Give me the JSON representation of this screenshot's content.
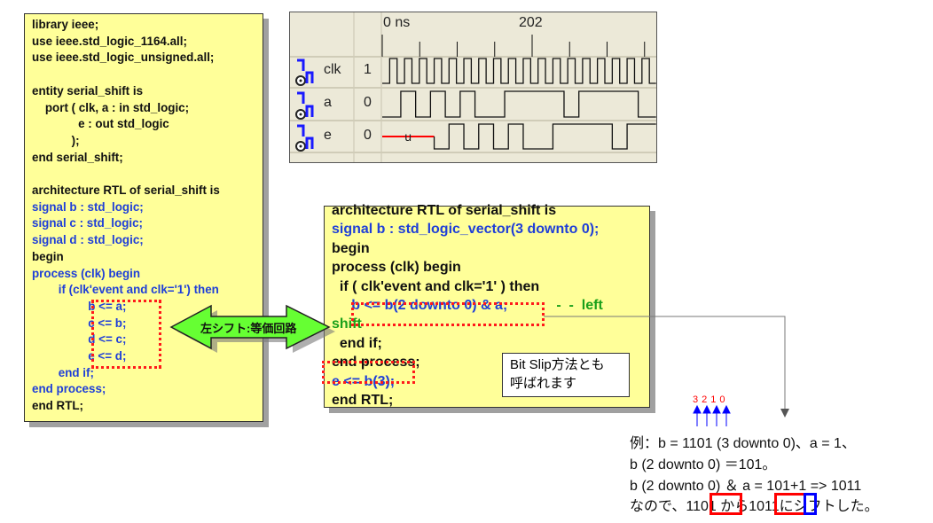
{
  "left_code": [
    {
      "text": "library ieee;",
      "color": "k"
    },
    {
      "text": "use ieee.std_logic_1164.all;",
      "color": "k"
    },
    {
      "text": "use ieee.std_logic_unsigned.all;",
      "color": "k"
    },
    {
      "text": "",
      "color": "k"
    },
    {
      "text": "entity serial_shift is",
      "color": "k"
    },
    {
      "text": "    port ( clk, a : in std_logic;",
      "color": "k"
    },
    {
      "text": "              e : out std_logic",
      "color": "k"
    },
    {
      "text": "            );",
      "color": "k"
    },
    {
      "text": "end serial_shift;",
      "color": "k"
    },
    {
      "text": "",
      "color": "k"
    },
    {
      "text": "architecture RTL of serial_shift is",
      "color": "k"
    },
    {
      "text": "signal b : std_logic;",
      "color": "b"
    },
    {
      "text": "signal c : std_logic;",
      "color": "b"
    },
    {
      "text": "signal d : std_logic;",
      "color": "b"
    },
    {
      "text": "begin",
      "color": "k"
    },
    {
      "text": "process (clk) begin",
      "color": "b"
    },
    {
      "text": "        if (clk'event and clk='1') then",
      "color": "b"
    },
    {
      "text": "                 b <= a;",
      "color": "b"
    },
    {
      "text": "                 c <= b;",
      "color": "b"
    },
    {
      "text": "                 d <= c;",
      "color": "b"
    },
    {
      "text": "                 e <= d;",
      "color": "b"
    },
    {
      "text": "        end if;",
      "color": "b"
    },
    {
      "text": "end process;",
      "color": "b"
    },
    {
      "text": "end RTL;",
      "color": "k"
    }
  ],
  "right_code": [
    {
      "text": "architecture RTL of serial_shift is",
      "color": "k"
    },
    {
      "text": "signal b : std_logic_vector(3 downto 0);",
      "color": "b"
    },
    {
      "text": "begin",
      "color": "k"
    },
    {
      "text": "process (clk) begin",
      "color": "k"
    },
    {
      "text": "  if ( clk'event and clk='1' ) then",
      "color": "k"
    },
    {
      "text": "     b <= b(2 downto 0) & a;",
      "color": "b",
      "comment": "   -  -  left"
    },
    {
      "text": "shift",
      "color": "g"
    },
    {
      "text": "  end if;",
      "color": "k"
    },
    {
      "text": "end process;",
      "color": "k"
    },
    {
      "text": "e <= b(3);",
      "color": "b"
    },
    {
      "text": "end RTL;",
      "color": "k"
    }
  ],
  "arrow_label": "左シフト:等価回路",
  "note": {
    "line1": "Bit Slip方法とも",
    "line2": "呼ばれます"
  },
  "waveform": {
    "time_label_start": "0 ns",
    "time_label_mid": "202",
    "time_end_ns": 369,
    "clock_period_ns": 20,
    "signals": [
      {
        "name": "clk",
        "value": "1",
        "type": "clock",
        "first_rise_ns": 10
      },
      {
        "name": "a",
        "value": "0",
        "initial": 0,
        "transitions_ns": [
          25,
          45,
          65,
          85,
          105,
          125,
          165,
          245,
          265,
          345
        ]
      },
      {
        "name": "e",
        "value": "0",
        "undefined_until_ns": 70,
        "undefined_label": "u",
        "initial": 0,
        "transitions_ns": [
          90,
          110,
          130,
          150,
          170,
          190,
          230,
          310,
          330
        ]
      }
    ],
    "undefined_color": "#ff0000"
  },
  "example": {
    "bit_indices": [
      "3",
      "2",
      "1",
      "0"
    ],
    "line1": "例：b = 1101 (3 downto 0)、a = 1、",
    "line2": "b (2 downto 0) ＝101。",
    "line3": "b (2 downto 0) ＆ a = 101+1 => 1011",
    "line4": "なので、1101 から1011にシフトした。"
  },
  "colors": {
    "box_fill": "#ffff99",
    "code_blue": "#1f3fd8",
    "arrow_green": "#66ff33",
    "highlight_red": "#ff0000",
    "highlight_blue": "#0000ff"
  }
}
